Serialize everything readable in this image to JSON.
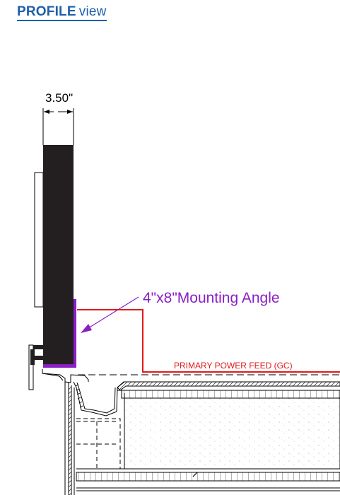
{
  "title": {
    "bold": "PROFILE",
    "rest": "view",
    "color": "#1f5fa8"
  },
  "dimension": {
    "label": "3.50\""
  },
  "callouts": {
    "mounting_angle": "4\"x8\"Mounting Angle",
    "power_feed": "PRIMARY POWER FEED (GC)"
  },
  "colors": {
    "sign": "#231f20",
    "angle": "#8a1fc4",
    "power": "#e01a1a",
    "lines": "#000000"
  }
}
